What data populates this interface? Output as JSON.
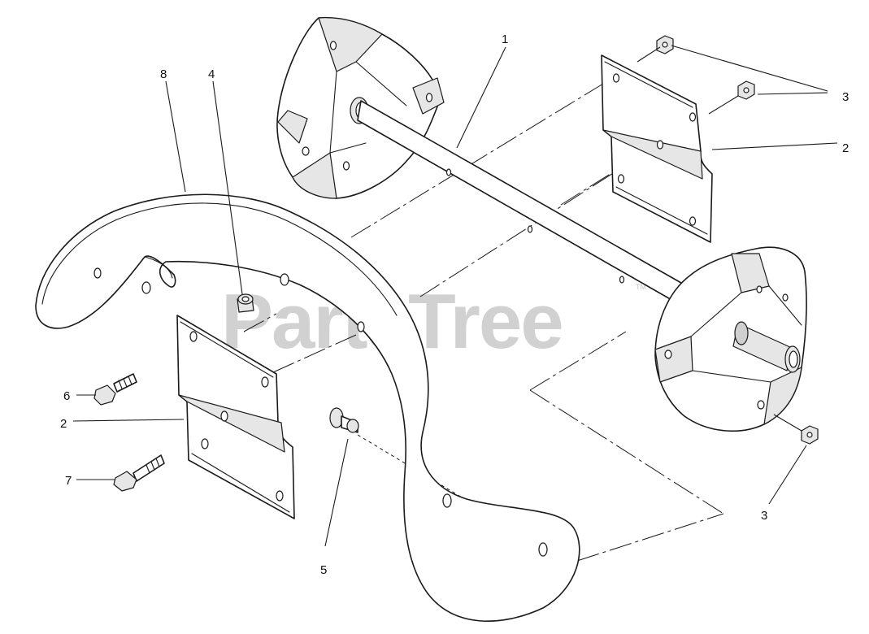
{
  "watermark": {
    "text": "PartsTree",
    "trademark": "TM"
  },
  "callouts": [
    {
      "id": "c1",
      "number": "1"
    },
    {
      "id": "c2a",
      "number": "2"
    },
    {
      "id": "c2b",
      "number": "2"
    },
    {
      "id": "c3a",
      "number": "3"
    },
    {
      "id": "c3b",
      "number": "3"
    },
    {
      "id": "c4",
      "number": "4"
    },
    {
      "id": "c5",
      "number": "5"
    },
    {
      "id": "c6",
      "number": "6"
    },
    {
      "id": "c7",
      "number": "7"
    },
    {
      "id": "c8",
      "number": "8"
    }
  ]
}
